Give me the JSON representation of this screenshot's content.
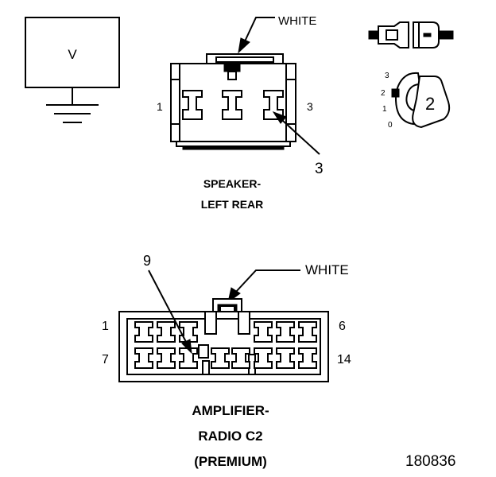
{
  "voltmeter": {
    "symbol": "V"
  },
  "speaker_connector": {
    "color_label": "WHITE",
    "pin_left": "1",
    "pin_right": "3",
    "callout": "3",
    "title_line1": "SPEAKER-",
    "title_line2": "LEFT REAR"
  },
  "probe_detail": {
    "scale": [
      "3",
      "2",
      "1",
      "0"
    ],
    "position": "2"
  },
  "amplifier_connector": {
    "color_label": "WHITE",
    "callout": "9",
    "pin_top_left": "1",
    "pin_top_right": "6",
    "pin_bottom_left": "7",
    "pin_bottom_right": "14",
    "title_line1": "AMPLIFIER-",
    "title_line2": "RADIO C2",
    "title_line3": "(PREMIUM)"
  },
  "figure_number": "180836"
}
